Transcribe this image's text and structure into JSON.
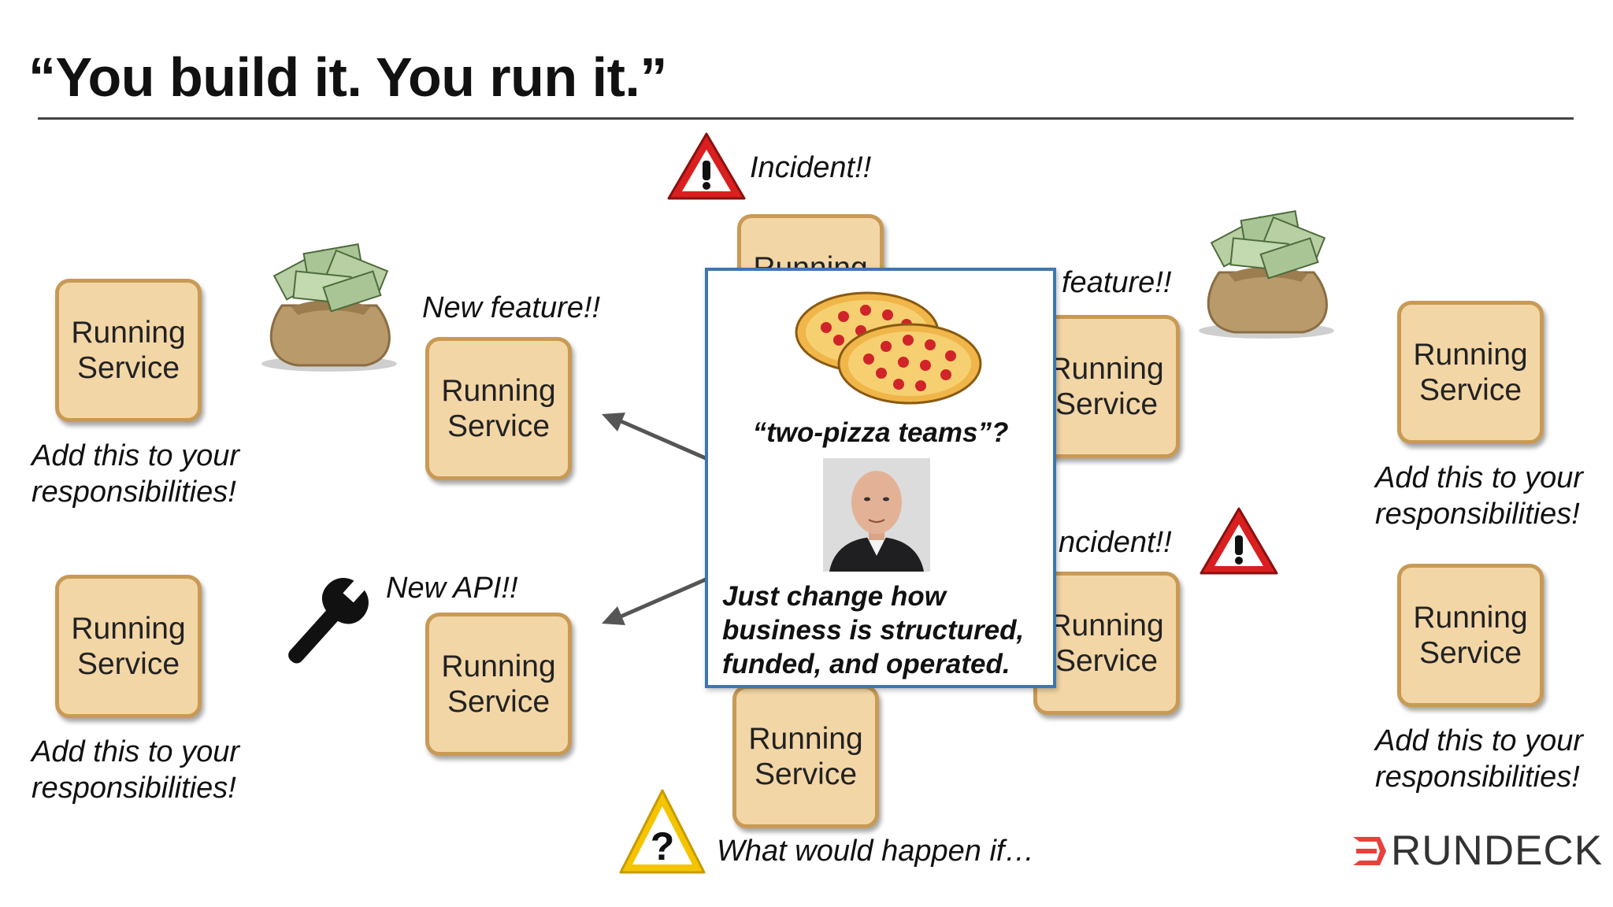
{
  "title": "“You build it. You run it.”",
  "service_label": [
    "Running",
    "Service"
  ],
  "notes": {
    "incident_top": "Incident!!",
    "new_feature": "New feature!!",
    "feature_right": "feature!!",
    "new_api": "New API!!",
    "incident_right": "ncident!!",
    "what_if": "What would happen if…",
    "add_responsibility": [
      "Add this to your",
      "responsibilities!"
    ]
  },
  "overlay": {
    "question": "“two-pizza teams”?",
    "body": [
      "Just change how",
      "business is structured,",
      "funded, and operated."
    ]
  },
  "brand": "RUNDECK",
  "colors": {
    "box_fill": "#f3d6a6",
    "box_border": "#c89a55",
    "overlay_border": "#3f76b1",
    "warning_red": "#e02020",
    "warning_yellow": "#f5c400",
    "brand_red": "#e8413c"
  }
}
